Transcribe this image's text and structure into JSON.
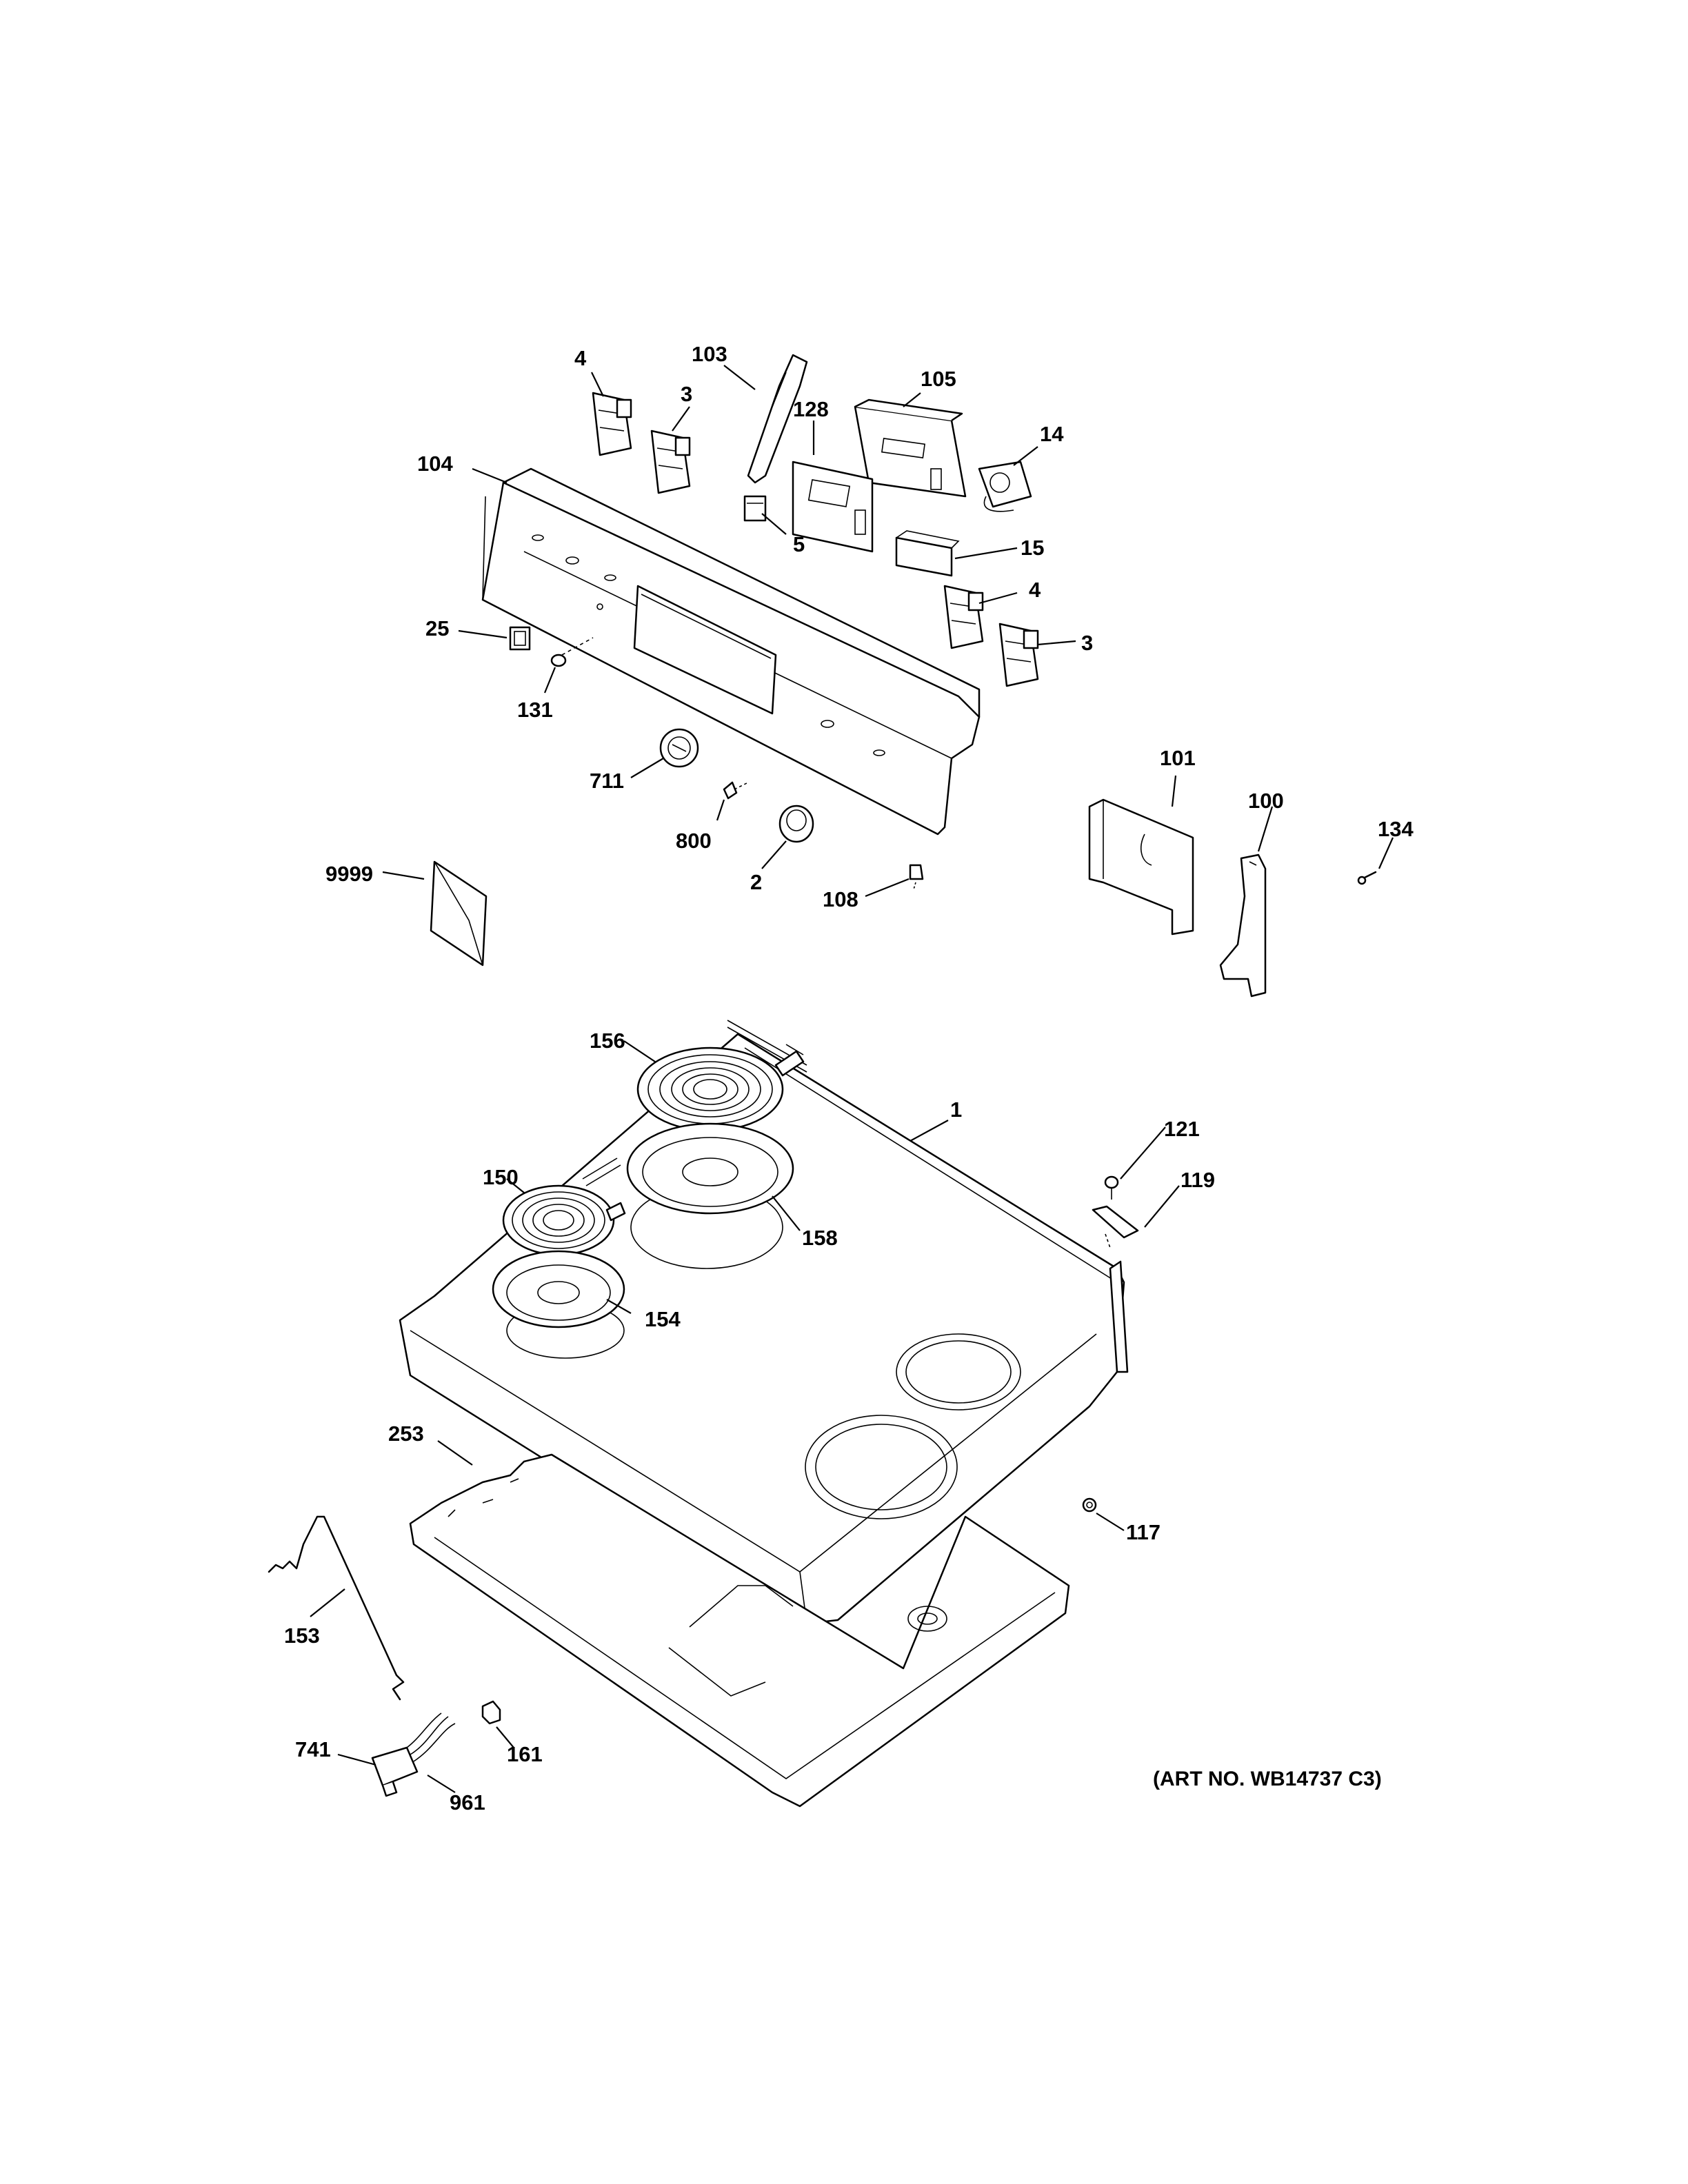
{
  "labels": {
    "p4a": "4",
    "p3a": "3",
    "p103": "103",
    "p105": "105",
    "p128": "128",
    "p14": "14",
    "p104": "104",
    "p5": "5",
    "p15": "15",
    "p4b": "4",
    "p3b": "3",
    "p25": "25",
    "p131": "131",
    "p711": "711",
    "p800": "800",
    "p2": "2",
    "p108": "108",
    "p101": "101",
    "p100": "100",
    "p134": "134",
    "p9999": "9999",
    "p156": "156",
    "p1": "1",
    "p121": "121",
    "p119": "119",
    "p150": "150",
    "p158": "158",
    "p154": "154",
    "p253": "253",
    "p117": "117",
    "p153": "153",
    "p161": "161",
    "p741": "741",
    "p961": "961"
  },
  "art_number": "(ART NO. WB14737 C3)"
}
